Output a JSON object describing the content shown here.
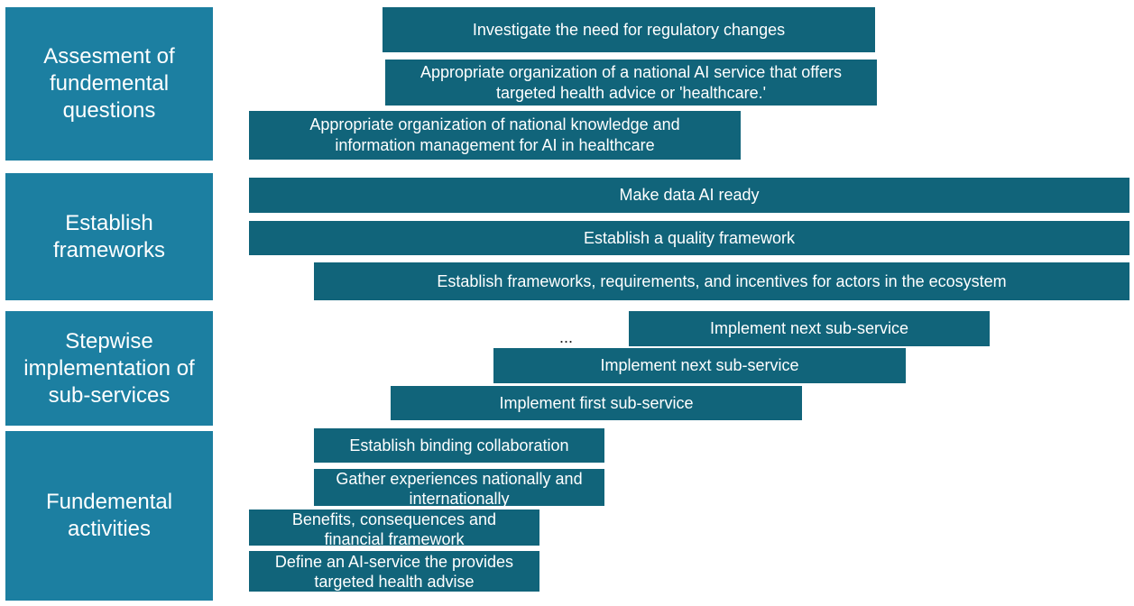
{
  "phases": {
    "fundamental_questions": "Assesment of\nfundemental\nquestions",
    "frameworks": "Establish\nframeworks",
    "stepwise": "Stepwise\nimplementation of\nsub-services",
    "fundamental_activities": "Fundemental\nactivities"
  },
  "tasks": {
    "regulatory": "Investigate the need for regulatory changes",
    "ai_service_org": "Appropriate organization of a national AI service that offers\ntargeted health advice or 'healthcare.'",
    "knowledge_mgmt": "Appropriate organization of national knowledge and\ninformation management for AI in healthcare",
    "data_ready": "Make data AI ready",
    "quality_framework": "Establish a quality framework",
    "ecosystem": "Establish frameworks, requirements, and incentives for actors in the ecosystem",
    "next_sub_service_2": "Implement next sub-service",
    "next_sub_service_1": "Implement next sub-service",
    "first_sub_service": "Implement first sub-service",
    "binding_collab": "Establish  binding collaboration",
    "gather_experiences": "Gather experiences nationally and\ninternationally",
    "benefits": "Benefits, consequences and\nfinancial framework",
    "define_service": "Define an AI-service the provides\ntargeted health advise"
  },
  "ellipsis": "..."
}
